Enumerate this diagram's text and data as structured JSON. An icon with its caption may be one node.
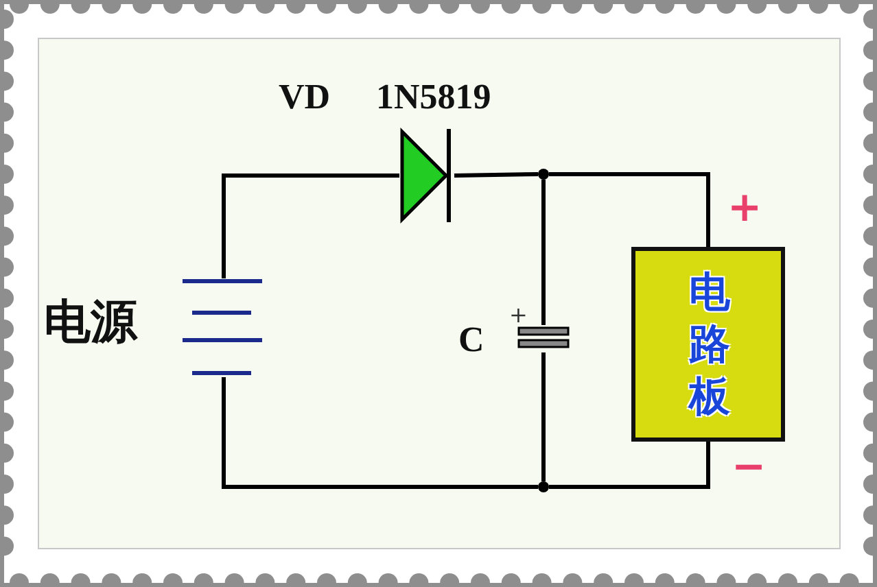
{
  "diagram": {
    "nodes": [
      {
        "text": [],
        "shape": "battery",
        "beside": [
          "电源"
        ]
      },
      {
        "text": [],
        "shape": "diode",
        "beside": [
          "VD",
          "1N5819"
        ]
      },
      {
        "text": [],
        "shape": "dot"
      },
      {
        "text": [],
        "shape": "capacitor",
        "beside": [
          "C",
          "+"
        ]
      },
      {
        "text": [
          "电路板"
        ],
        "beside": [
          "+",
          "−"
        ]
      },
      {
        "text": [],
        "shape": "dot"
      }
    ],
    "edges": [
      {
        "from": 0,
        "to": 1,
        "arrow": "none"
      },
      {
        "from": 1,
        "to": 2,
        "arrow": "none"
      },
      {
        "from": 2,
        "to": 4,
        "arrow": "none"
      },
      {
        "from": 2,
        "to": 3,
        "arrow": "none"
      },
      {
        "from": 3,
        "to": 5,
        "arrow": "none"
      },
      {
        "from": 4,
        "to": 5,
        "arrow": "none"
      },
      {
        "from": 5,
        "to": 0,
        "arrow": "none"
      }
    ]
  }
}
